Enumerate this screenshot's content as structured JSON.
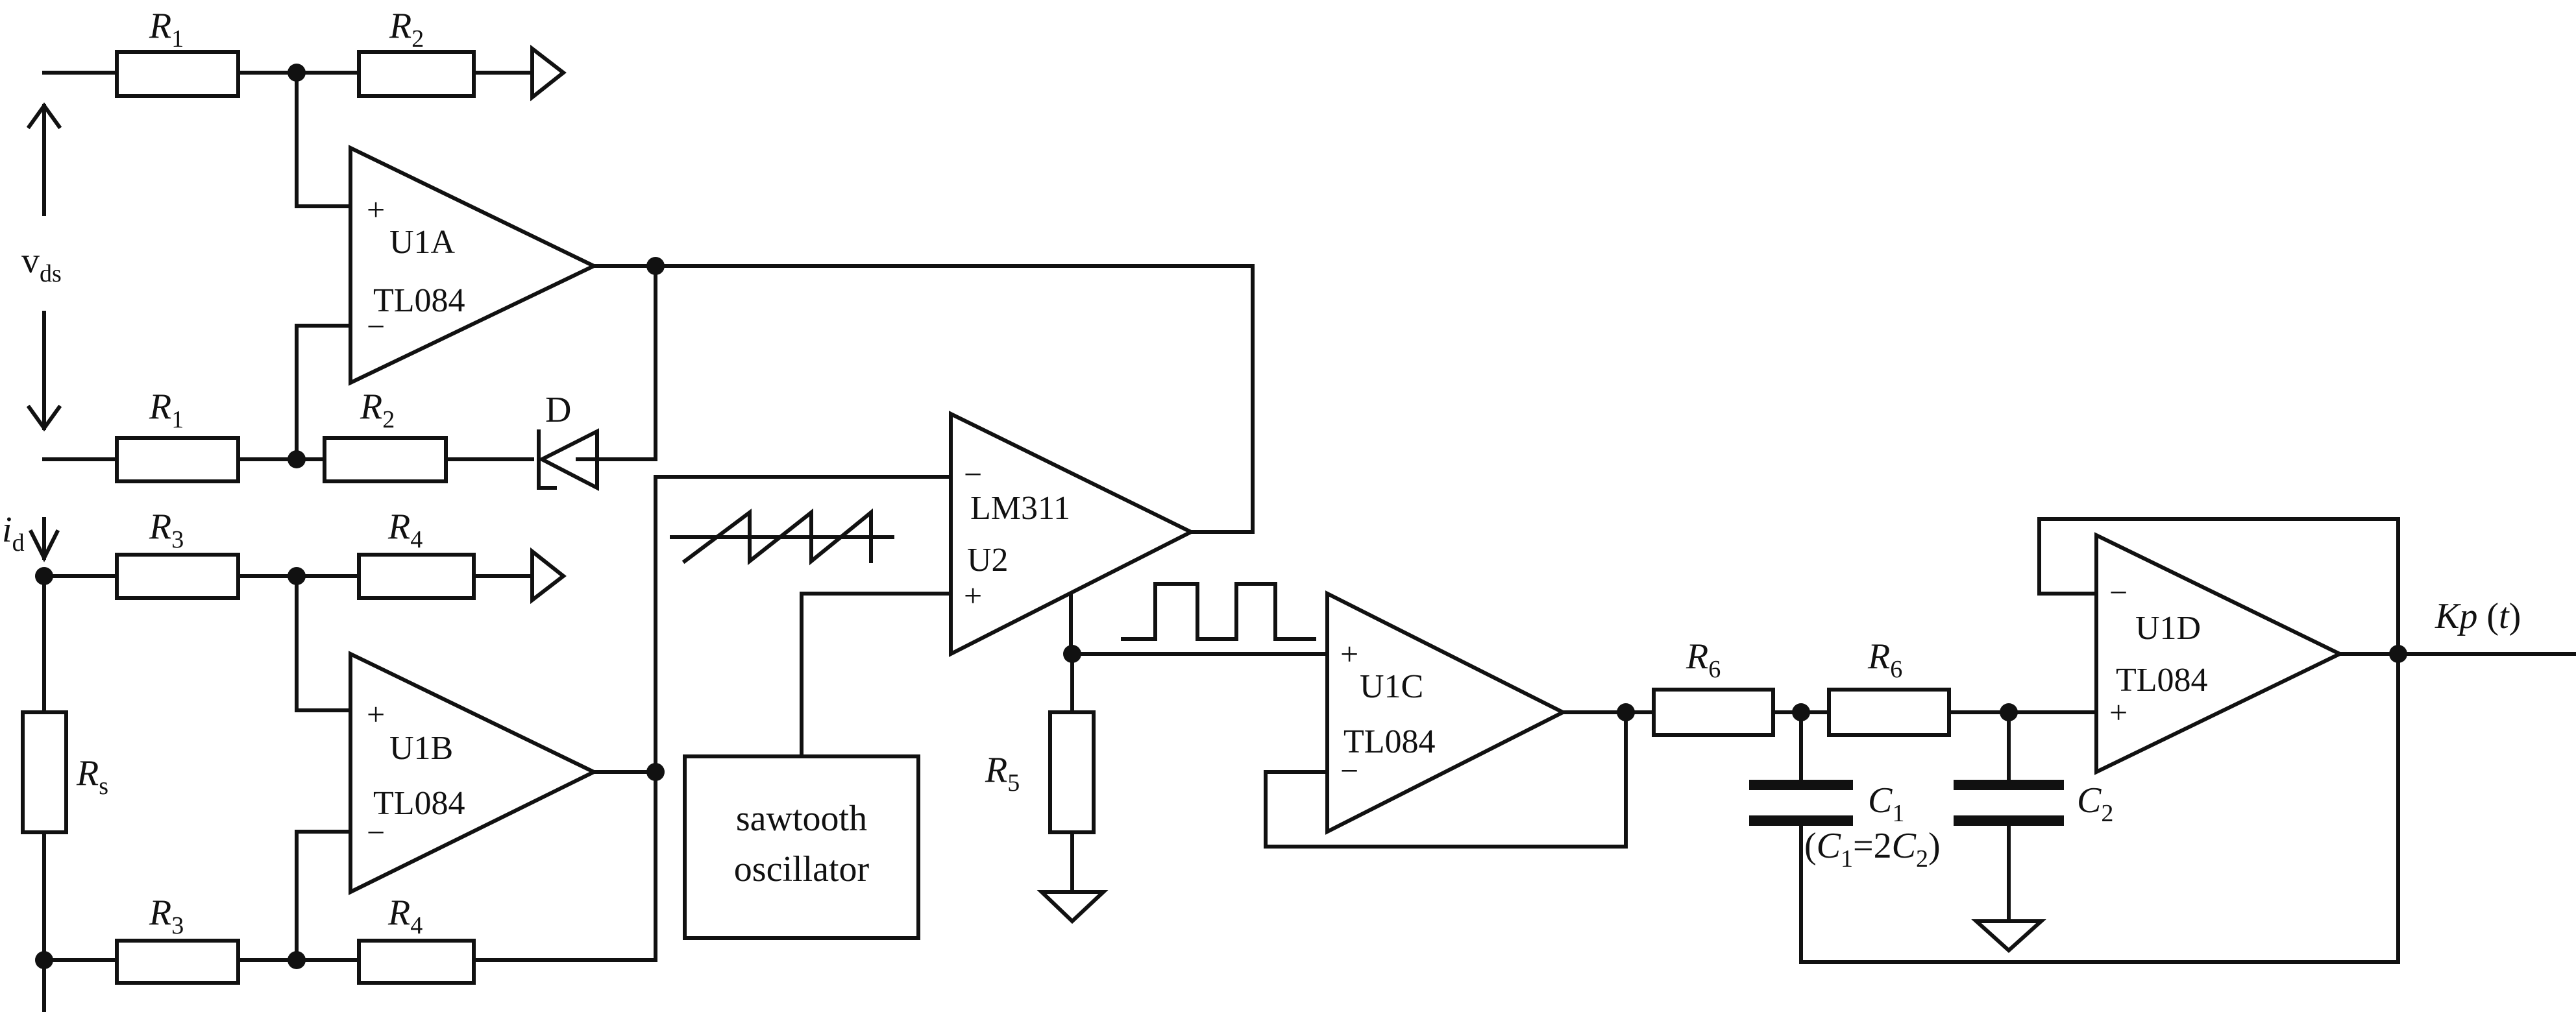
{
  "resistors": {
    "r1_top": {
      "name": "R",
      "sub": "1"
    },
    "r2_top": {
      "name": "R",
      "sub": "2"
    },
    "r1_bot": {
      "name": "R",
      "sub": "1"
    },
    "r2_bot": {
      "name": "R",
      "sub": "2"
    },
    "r3_top": {
      "name": "R",
      "sub": "3"
    },
    "r4_top": {
      "name": "R",
      "sub": "4"
    },
    "r3_bot": {
      "name": "R",
      "sub": "3"
    },
    "r4_bot": {
      "name": "R",
      "sub": "4"
    },
    "rs": {
      "name": "R",
      "sub": "s"
    },
    "r5": {
      "name": "R",
      "sub": "5"
    },
    "r6a": {
      "name": "R",
      "sub": "6"
    },
    "r6b": {
      "name": "R",
      "sub": "6"
    }
  },
  "capacitors": {
    "c1": {
      "name": "C",
      "sub": "1"
    },
    "c2": {
      "name": "C",
      "sub": "2"
    },
    "relation": {
      "open": "(",
      "c1": "C",
      "c1_sub": "1",
      "eq": "=2",
      "c2": "C",
      "c2_sub": "2",
      "close": ")"
    }
  },
  "opamps": {
    "u1a": {
      "name": "U1A",
      "part": "TL084"
    },
    "u1b": {
      "name": "U1B",
      "part": "TL084"
    },
    "u1c": {
      "name": "U1C",
      "part": "TL084"
    },
    "u1d": {
      "name": "U1D",
      "part": "TL084"
    },
    "u2": {
      "name": "U2",
      "part": "LM311"
    }
  },
  "pins": {
    "plus": "+",
    "minus": "−"
  },
  "diode": {
    "label": "D"
  },
  "signals": {
    "vds": {
      "main": "v",
      "sub": "ds"
    },
    "id": {
      "main": "i",
      "sub": "d"
    },
    "output": {
      "main": "Kp",
      "arg_open": " (",
      "arg": "t",
      "arg_close": ")"
    }
  },
  "oscillator": {
    "line1": "sawtooth",
    "line2": "oscillator"
  }
}
